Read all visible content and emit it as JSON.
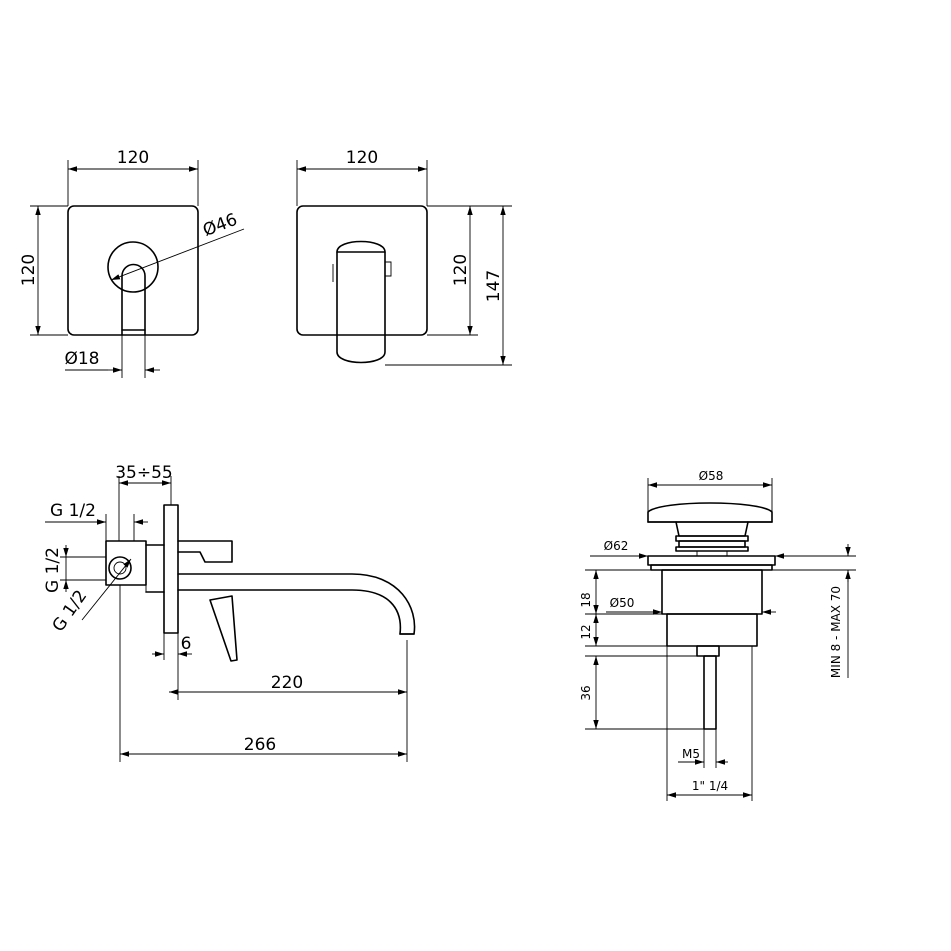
{
  "views": {
    "front_left": {
      "width_label": "120",
      "height_label": "120",
      "ring_diameter_label": "Ø46",
      "spout_diameter_label": "Ø18"
    },
    "front_right": {
      "width_label": "120",
      "height_label": "120",
      "total_height_label": "147"
    },
    "side": {
      "wall_range_label": "35÷55",
      "thread_top_label": "G 1/2",
      "thread_side_label": "G 1/2",
      "thread_diag_label": "G 1/2",
      "plate_thickness_label": "6",
      "spout_projection_label": "220",
      "total_length_label": "266"
    },
    "waste": {
      "cap_diameter_label": "Ø58",
      "flange_diameter_label": "Ø62",
      "body_diameter_label": "Ø50",
      "thickness_range_label": "MIN 8 - MAX 70",
      "dim_18_label": "18",
      "dim_12_label": "12",
      "dim_36_label": "36",
      "thread_m5_label": "M5",
      "thread_size_label": "1\" 1/4"
    }
  }
}
